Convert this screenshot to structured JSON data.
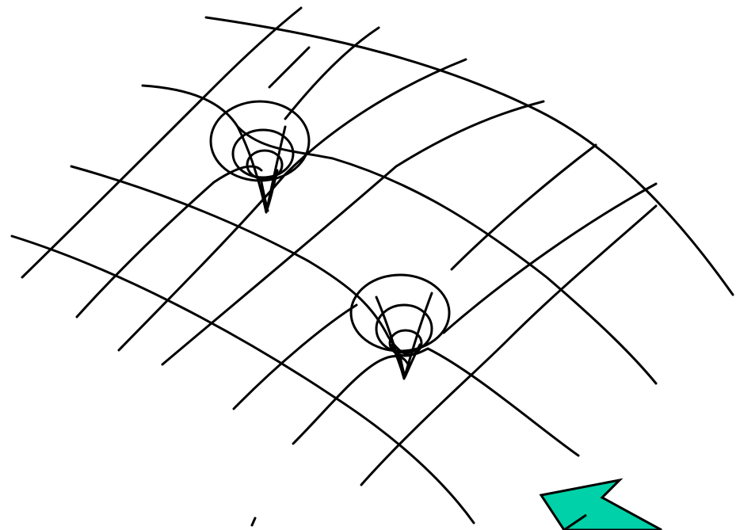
{
  "diagram": {
    "description_free": true,
    "line_color": "#000000",
    "arrow_color": "#00d1a8",
    "background": "#ffffff",
    "wells": [
      {
        "name": "gravity-well-upper",
        "ring_count": 3
      },
      {
        "name": "gravity-well-lower",
        "ring_count": 3
      }
    ],
    "grid": {
      "longitudinal_lines": 4,
      "transverse_lines": 10
    },
    "arrow_icon": "arrow-up-left-icon"
  }
}
